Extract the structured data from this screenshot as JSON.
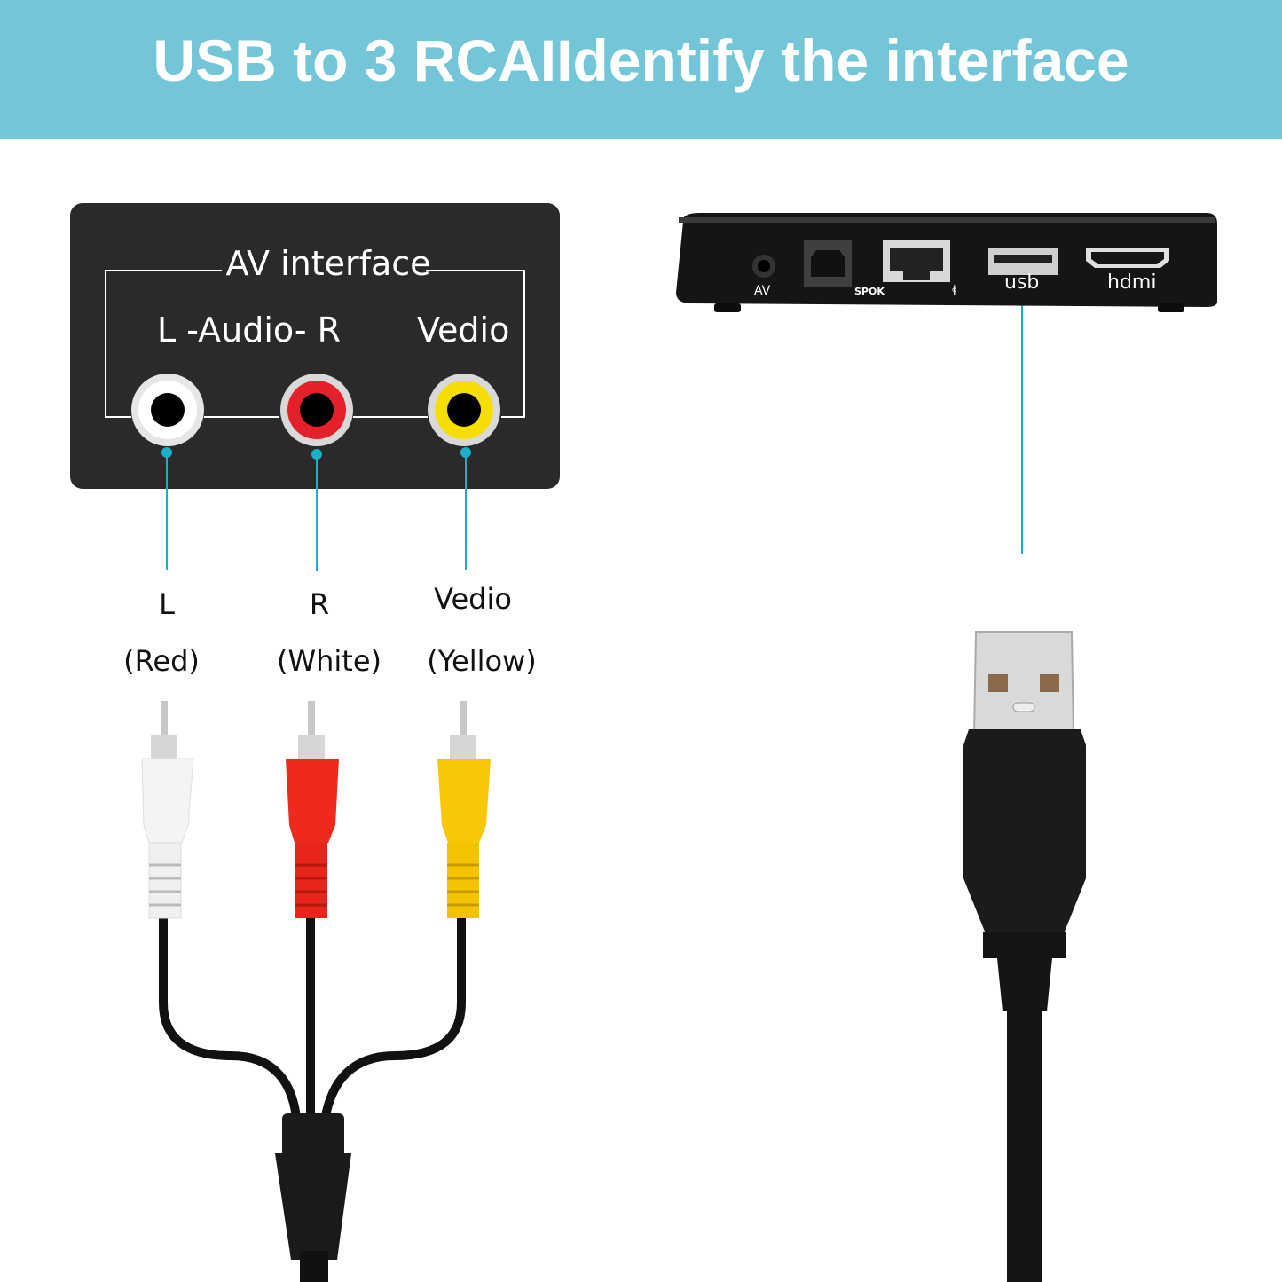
{
  "banner": {
    "title": "USB to 3 RCAIIdentify the interface",
    "bg": "#72c6d8"
  },
  "av_panel": {
    "title": "AV interface",
    "audio_label": "L -Audio- R",
    "video_label": "Vedio",
    "jacks": [
      "white-jack",
      "red-jack",
      "yellow-jack"
    ]
  },
  "callouts": {
    "left": {
      "name": "L",
      "color": "(Red)"
    },
    "right": {
      "name": "R",
      "color": "(White)"
    },
    "video": {
      "name": "Vedio",
      "color": "(Yellow)"
    }
  },
  "device": {
    "ports": {
      "av": "AV",
      "spdif": "SPOK",
      "lan": "ꬹ",
      "usb": "usb",
      "hdmi": "hdmi"
    }
  },
  "colors": {
    "accent": "#1ab1c8",
    "red": "#e8201f",
    "yellow": "#f5c800",
    "white": "#f2f2f2",
    "black": "#1a1a1a"
  },
  "icons": [
    "rca-cable-icon",
    "usb-a-plug-icon",
    "tv-box-icon"
  ]
}
